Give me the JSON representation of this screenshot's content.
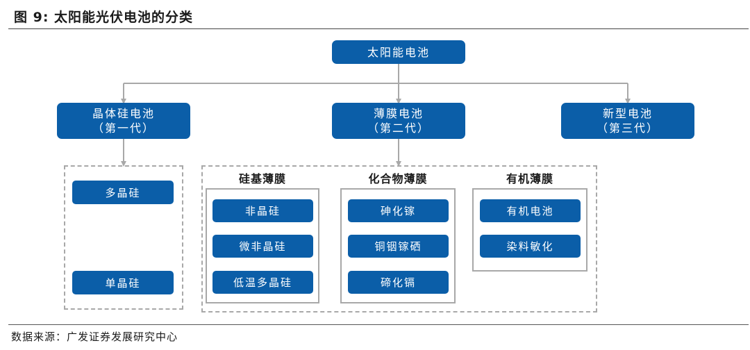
{
  "figure_title": "图 9:  太阳能光伏电池的分类",
  "root": "太阳能电池",
  "branches": {
    "crystalline": {
      "name": "晶体硅电池",
      "gen": "（第一代）",
      "items": [
        "多晶硅",
        "单晶硅"
      ]
    },
    "thinfilm": {
      "name": "薄膜电池",
      "gen": "（第二代）"
    },
    "novel": {
      "name": "新型电池",
      "gen": "（第三代）"
    }
  },
  "groups": {
    "silicon": {
      "label": "硅基薄膜",
      "items": [
        "非晶硅",
        "微非晶硅",
        "低温多晶硅"
      ]
    },
    "compound": {
      "label": "化合物薄膜",
      "items": [
        "砷化镓",
        "铜铟镓硒",
        "碲化镉"
      ]
    },
    "organic": {
      "label": "有机薄膜",
      "items": [
        "有机电池",
        "染料敏化"
      ]
    }
  },
  "source": "数据来源：广发证券发展研究中心",
  "colors": {
    "node_fill": "#0b5ea8",
    "connector": "#a8a8a8",
    "node_text": "#ffffff"
  }
}
